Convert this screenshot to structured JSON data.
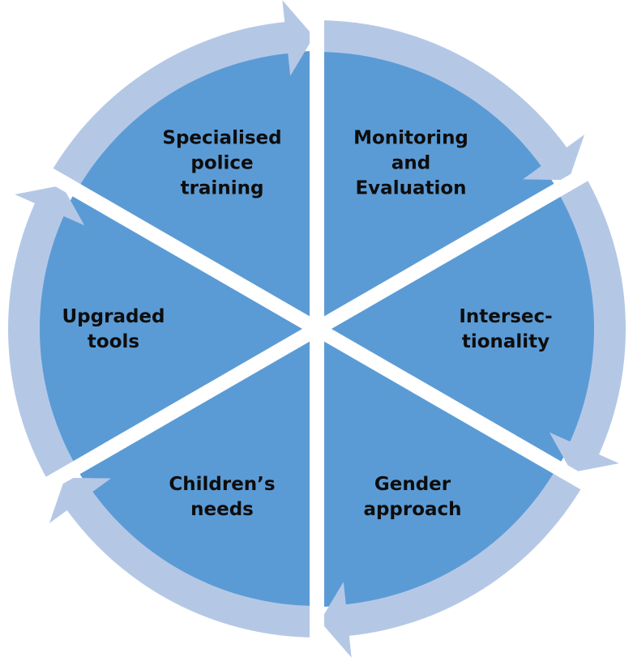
{
  "colors": {
    "sector": "#5B9BD5",
    "ring": "#B4C8E6",
    "gap": "#FFFFFF",
    "text": "#0D0D0D"
  },
  "segments": [
    {
      "id": "monitoring",
      "lines": [
        "Monitoring",
        "and",
        "Evaluation"
      ]
    },
    {
      "id": "intersectionality",
      "lines": [
        "Intersec-",
        "tionality"
      ]
    },
    {
      "id": "gender",
      "lines": [
        "Gender",
        "approach"
      ]
    },
    {
      "id": "children",
      "lines": [
        "Children’s",
        "needs"
      ]
    },
    {
      "id": "tools",
      "lines": [
        "Upgraded",
        "tools"
      ]
    },
    {
      "id": "training",
      "lines": [
        "Specialised",
        "police",
        "training"
      ]
    }
  ]
}
